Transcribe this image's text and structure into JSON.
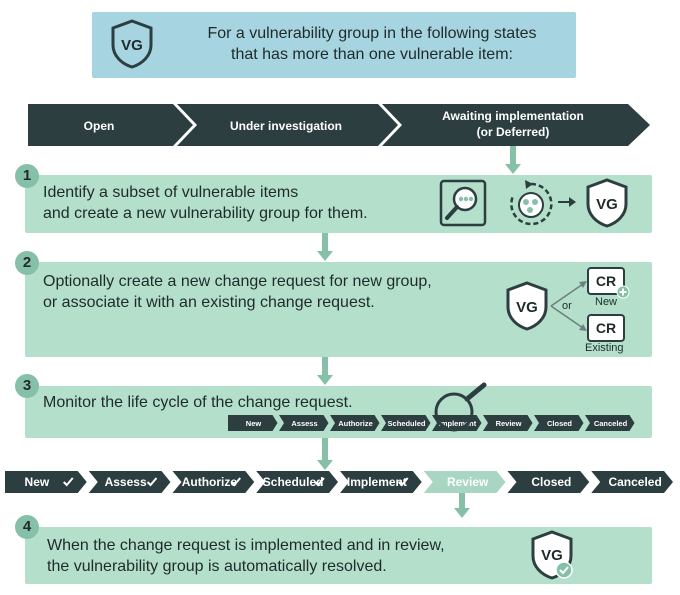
{
  "intro": {
    "icon": "VG",
    "line1": "For a vulnerability group in the following states",
    "line2": "that has more than one vulnerable item:"
  },
  "states": {
    "open": "Open",
    "under_investigation": "Under investigation",
    "awaiting_line1": "Awaiting implementation",
    "awaiting_line2": "(or Deferred)"
  },
  "steps": [
    {
      "number": "1",
      "line1": "Identify a subset of vulnerable items",
      "line2": "and create a new vulnerability group for them.",
      "vg": "VG"
    },
    {
      "number": "2",
      "line1": "Optionally create a new change request for new group,",
      "line2": "or associate it with an existing change request.",
      "vg": "VG",
      "or": "or",
      "cr": "CR",
      "new": "New",
      "existing": "Existing"
    },
    {
      "number": "3",
      "line1": "Monitor the life cycle of the change request."
    },
    {
      "number": "4",
      "line1": "When the change request is implemented and in review,",
      "line2": "the vulnerability group is automatically resolved.",
      "vg": "VG"
    }
  ],
  "mini_pipeline": [
    "New",
    "Assess",
    "Authorize",
    "Scheduled",
    "Implement",
    "Review",
    "Closed",
    "Canceled"
  ],
  "pipeline": {
    "stages": [
      "New",
      "Assess",
      "Authorize",
      "Scheduled",
      "Implement",
      "Review",
      "Closed",
      "Canceled"
    ],
    "completed": [
      true,
      true,
      true,
      true,
      true,
      false,
      false,
      false
    ],
    "active_index": 5
  },
  "colors": {
    "dark": "#2c3e3f",
    "intro_bg": "#a6d4e0",
    "step_bg": "#b3dfcb",
    "accent": "#86c0a8",
    "active_stage": "#a9d6c2"
  }
}
